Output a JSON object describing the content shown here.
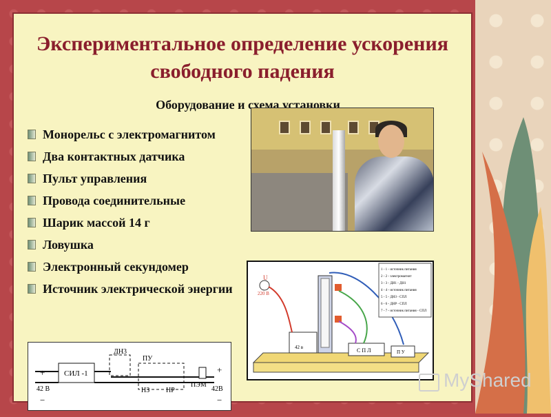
{
  "title": "Экспериментальное определение ускорения свободного падения",
  "subtitle": "Оборудование и схема установки",
  "items": [
    "Монорельс с электромагнитом",
    "Два контактных датчика",
    "Пульт управления",
    "Провода соединительные",
    "Шарик массой 14 г",
    "Ловушка",
    "Электронный секундомер",
    "Источник электрической энергии"
  ],
  "setup_diagram": {
    "labels": [
      "U",
      "220 В",
      "42 в",
      "С П Л",
      "П У"
    ],
    "table": [
      "1 - 1 - источник питания",
      "2 - 2 - электромагнит",
      "3 - 3 - ДИ1 - ДН1",
      "4 - 4 - источник питания",
      "5 - 5 - ДНЗ - СПЛ",
      "6 - 6 - ДНР - СПЛ",
      "7 - 7 - источник питания - СПЛ"
    ]
  },
  "circuit": {
    "labels": [
      "СИЛ -1",
      "42 В",
      "ДН3",
      "ПУ",
      "НЗ",
      "НР",
      "ПЭМ",
      "42В",
      "+",
      "−",
      "+",
      "−"
    ]
  },
  "watermark": "MyShared"
}
